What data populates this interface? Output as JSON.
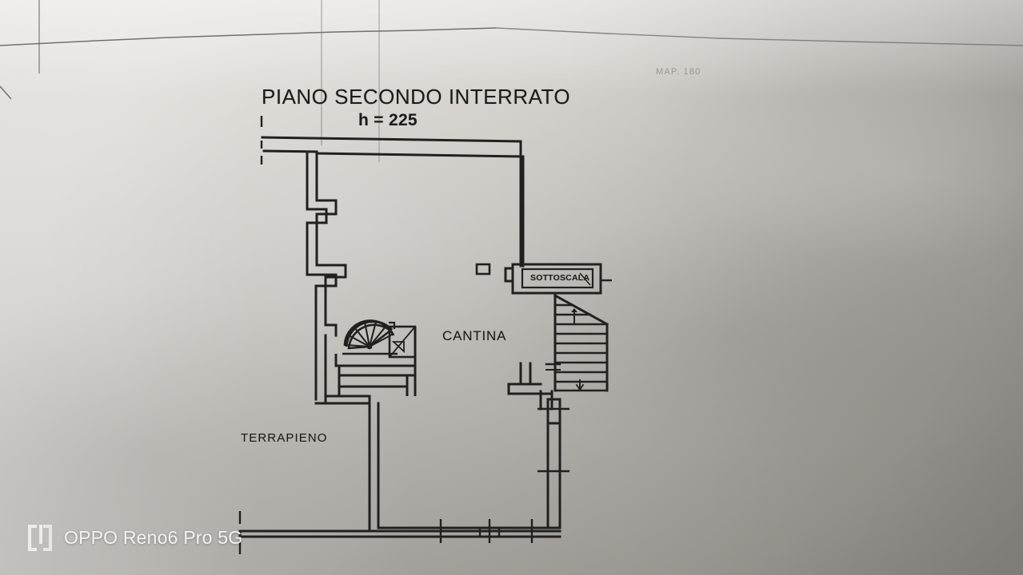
{
  "document": {
    "type": "architectural-floor-plan",
    "title": "PIANO SECONDO INTERRATO",
    "subtitle": "h = 225",
    "map_reference": "MAP. 180"
  },
  "rooms": [
    {
      "id": "cantina",
      "label": "CANTINA"
    },
    {
      "id": "terrapieno",
      "label": "TERRAPIENO"
    },
    {
      "id": "sottoscala",
      "label": "SOTTOSCALA"
    }
  ],
  "labels": {
    "cantina": "CANTINA",
    "terrapieno": "TERRAPIENO",
    "sottoscala": "SOTTOSCALA"
  },
  "watermark": {
    "text": "OPPO Reno6 Pro 5G",
    "logo": "oppo-bracket-logo"
  },
  "colors": {
    "paper_light": "#dad8d2",
    "paper_mid": "#b3b0ab",
    "paper_dark": "#a3a09a",
    "ink": "#1d1b19",
    "faint_ink": "#8e8b87",
    "watermark_text": "#f2f1ef"
  },
  "features": {
    "staircase_straight": "stair-run-with-treads",
    "staircase_spiral": "fan-spiral-stair",
    "column": "small-square-pillar",
    "wall_style": "double-line-masonry"
  }
}
